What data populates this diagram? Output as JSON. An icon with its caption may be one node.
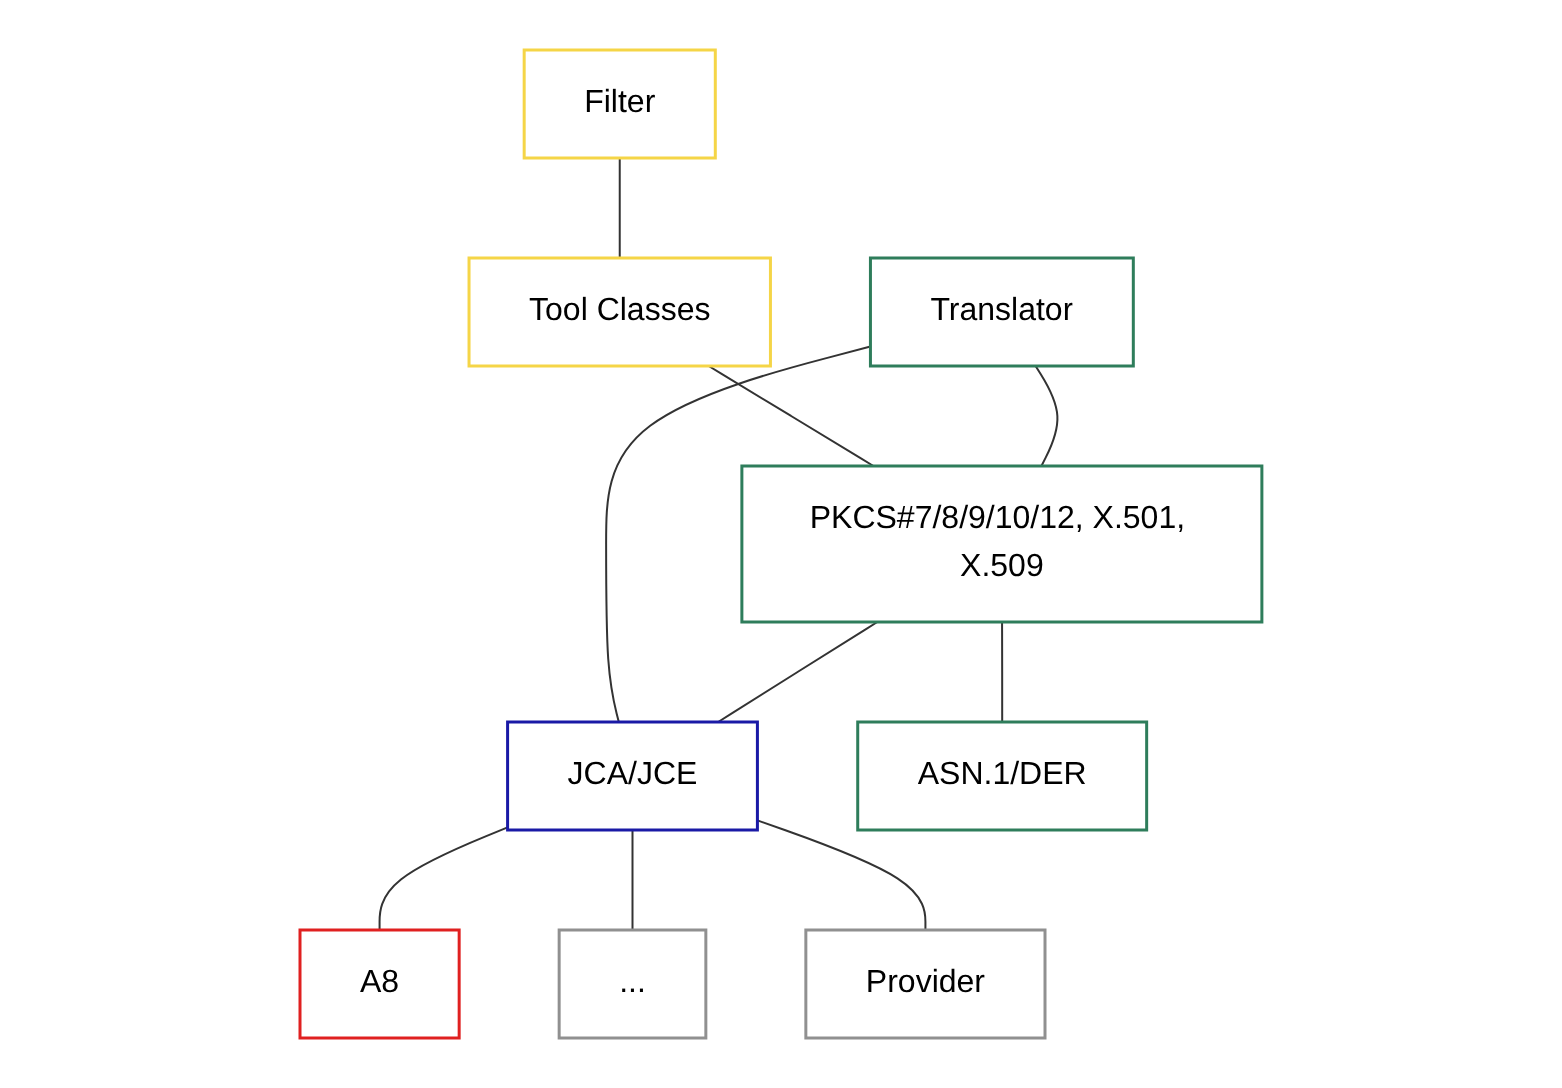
{
  "diagram": {
    "nodes": [
      {
        "text": [
          "Filter"
        ]
      },
      {
        "text": [
          "Tool Classes"
        ]
      },
      {
        "text": [
          "Translator"
        ]
      },
      {
        "text": [
          "PKCS#7/8/9/10/12, X.501, X.509"
        ]
      },
      {
        "text": [
          "JCA/JCE"
        ]
      },
      {
        "text": [
          "ASN.1/DER"
        ]
      },
      {
        "text": [
          "A8"
        ]
      },
      {
        "text": [
          "..."
        ]
      },
      {
        "text": [
          "Provider"
        ]
      }
    ],
    "edges": [
      {
        "from": 0,
        "to": 1,
        "arrow": "none"
      },
      {
        "from": 1,
        "to": 3,
        "arrow": "none"
      },
      {
        "from": 2,
        "to": 3,
        "arrow": "none"
      },
      {
        "from": 2,
        "to": 4,
        "arrow": "none"
      },
      {
        "from": 3,
        "to": 4,
        "arrow": "none"
      },
      {
        "from": 3,
        "to": 5,
        "arrow": "none"
      },
      {
        "from": 4,
        "to": 6,
        "arrow": "none"
      },
      {
        "from": 4,
        "to": 7,
        "arrow": "none"
      },
      {
        "from": 4,
        "to": 8,
        "arrow": "none"
      }
    ]
  }
}
